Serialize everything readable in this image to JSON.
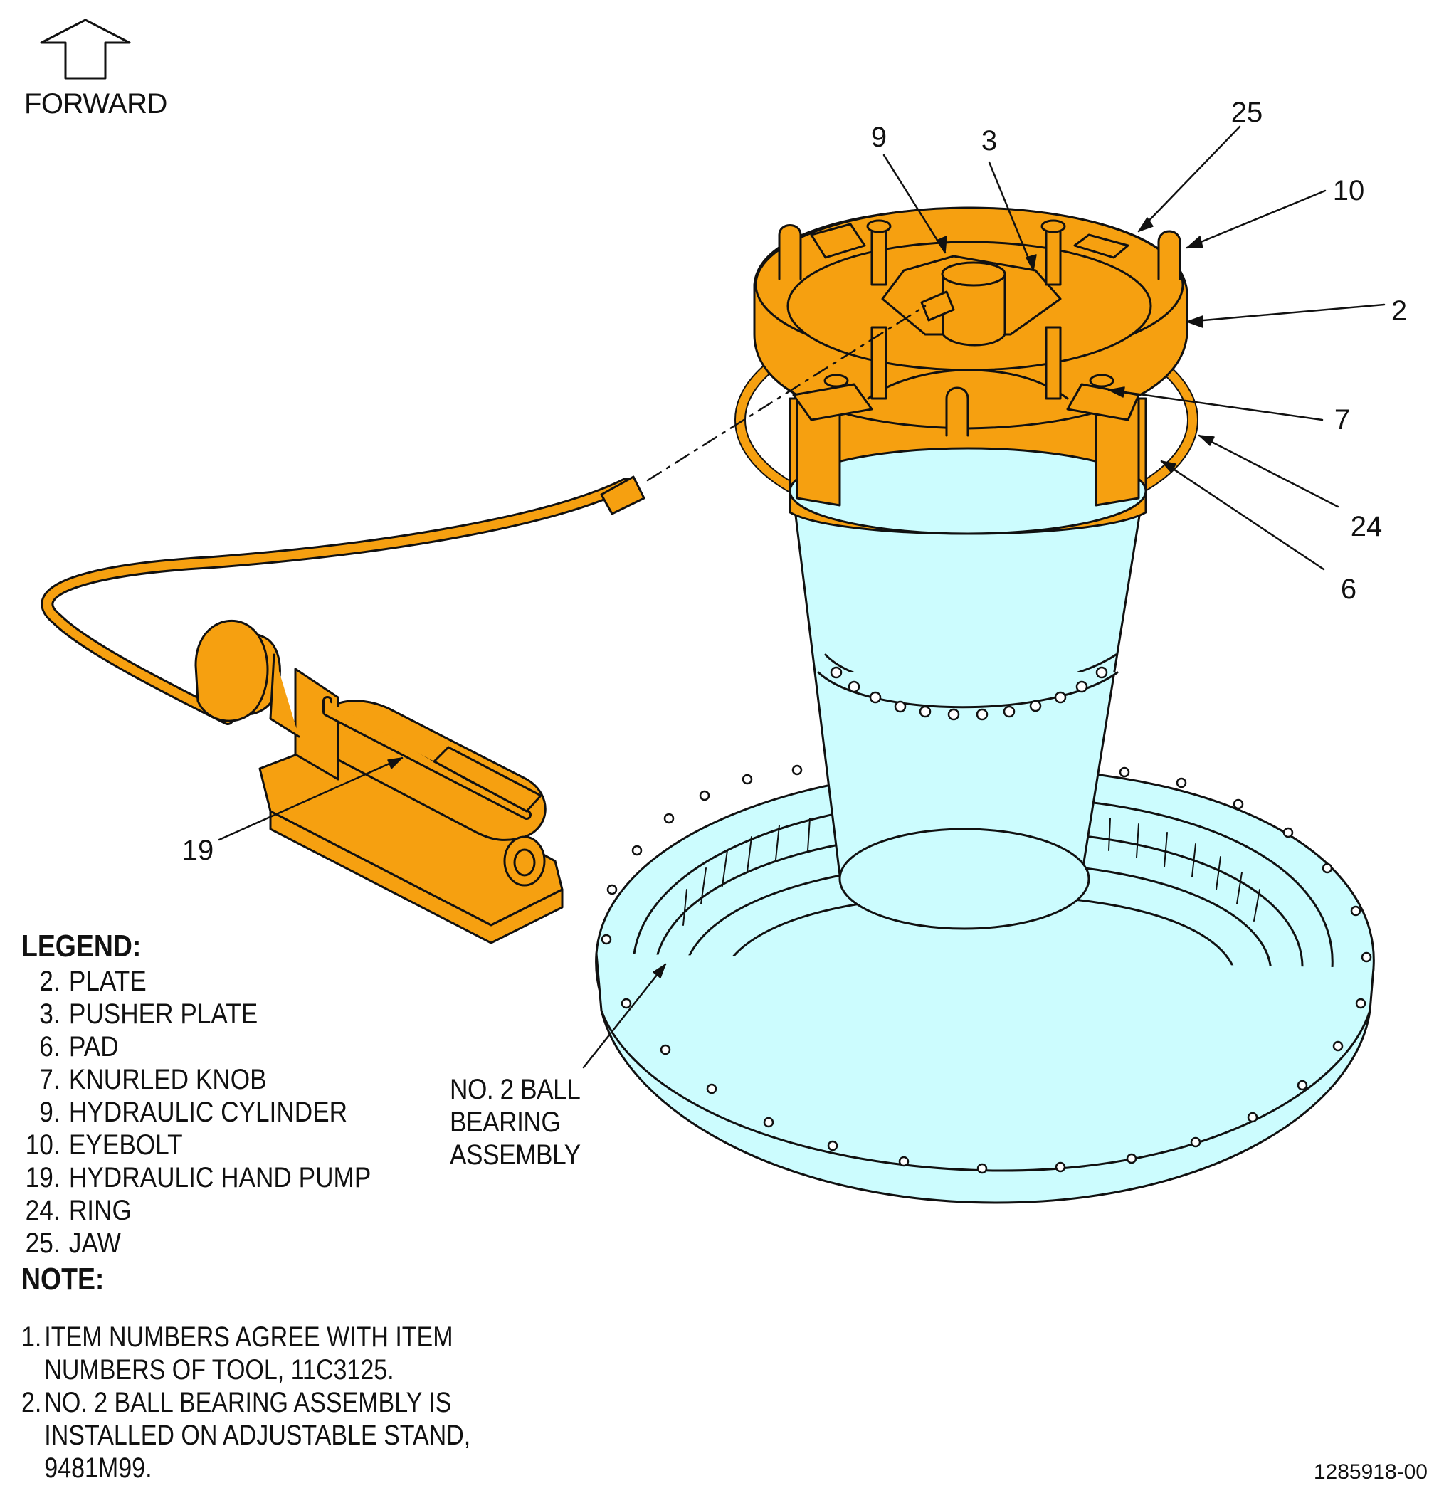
{
  "orientation": {
    "label": "FORWARD"
  },
  "callouts": {
    "c9": "9",
    "c3": "3",
    "c25": "25",
    "c10": "10",
    "c2": "2",
    "c7": "7",
    "c24": "24",
    "c6": "6",
    "c19": "19"
  },
  "assembly_label": "NO. 2 BALL\nBEARING\nASSEMBLY",
  "legend": {
    "title": "LEGEND:",
    "items": [
      {
        "num": "2.",
        "text": "PLATE"
      },
      {
        "num": "3.",
        "text": "PUSHER PLATE"
      },
      {
        "num": "6.",
        "text": "PAD"
      },
      {
        "num": "7.",
        "text": "KNURLED KNOB"
      },
      {
        "num": "9.",
        "text": "HYDRAULIC CYLINDER"
      },
      {
        "num": "10.",
        "text": "EYEBOLT"
      },
      {
        "num": "19.",
        "text": "HYDRAULIC HAND PUMP"
      },
      {
        "num": "24.",
        "text": "RING"
      },
      {
        "num": "25.",
        "text": "JAW"
      }
    ]
  },
  "notes": {
    "title": "NOTE:",
    "items": [
      {
        "num": "1.",
        "text": "ITEM NUMBERS AGREE WITH ITEM\nNUMBERS OF TOOL, 11C3125."
      },
      {
        "num": "2.",
        "text": "NO. 2 BALL BEARING ASSEMBLY IS\nINSTALLED ON ADJUSTABLE STAND,\n9481M99."
      }
    ]
  },
  "figure_id": "1285918-00",
  "colors": {
    "tool": "#f6a010",
    "assembly": "#ccfcfe",
    "line": "#111111"
  }
}
